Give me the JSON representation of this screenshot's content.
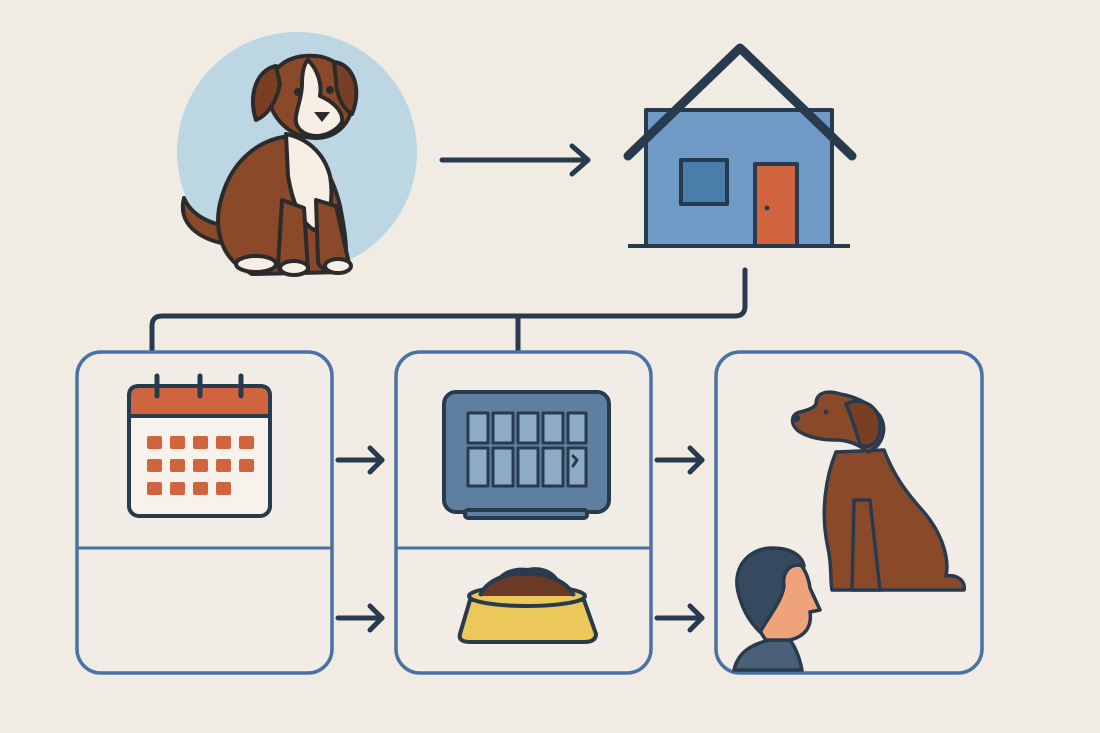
{
  "diagram": {
    "nodes": [
      {
        "id": "puppy",
        "icon": "puppy-icon"
      },
      {
        "id": "home",
        "icon": "house-icon"
      },
      {
        "id": "panel-schedule",
        "icons": [
          "calendar-icon"
        ]
      },
      {
        "id": "panel-crate-food",
        "icons": [
          "crate-icon",
          "food-bowl-icon"
        ]
      },
      {
        "id": "panel-adult-dog-owner",
        "icons": [
          "adult-dog-icon",
          "owner-icon"
        ]
      }
    ],
    "edges": [
      {
        "from": "puppy",
        "to": "home"
      },
      {
        "from": "home",
        "to": "panel-schedule"
      },
      {
        "from": "home",
        "to": "panel-crate-food"
      },
      {
        "from": "panel-schedule",
        "to": "panel-crate-food"
      },
      {
        "from": "panel-crate-food",
        "to": "panel-adult-dog-owner"
      }
    ]
  },
  "colors": {
    "background": "#f0ebe3",
    "navy": "#283a4e",
    "panel_border": "#4a72a4",
    "house_blue": "#6f9ac6",
    "door": "#d0643f",
    "calendar_red": "#d0643f",
    "crate_blue": "#5e7f9f",
    "bowl_yellow": "#ecc75a",
    "dog_brown": "#8a4a2a",
    "circle_blue": "#bcd6e3"
  }
}
